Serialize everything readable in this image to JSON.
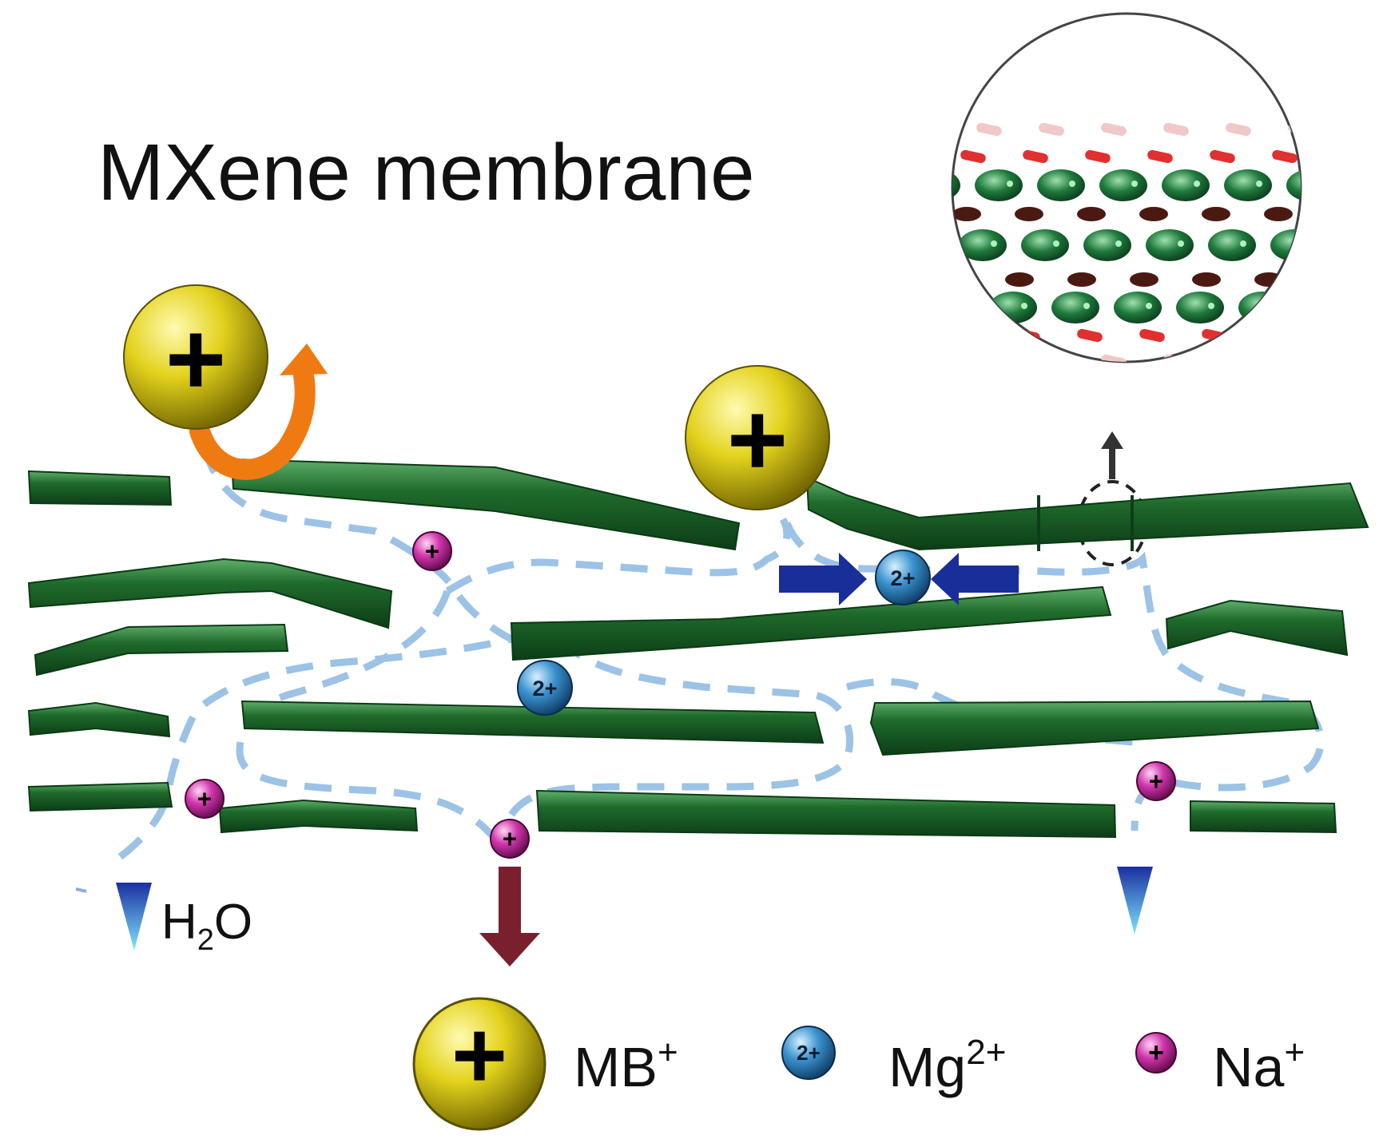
{
  "title": "MXene membrane",
  "water_label": {
    "main": "H",
    "subscript": "2",
    "tail": "O"
  },
  "ion_marks": {
    "mb_symbol": "+",
    "mg_symbol": "2+",
    "na_symbol": "+"
  },
  "legend": [
    {
      "name": "MB",
      "superscript": "+",
      "icon": "yellow-sphere-plus",
      "color": "#c9b800"
    },
    {
      "name": "Mg",
      "superscript": "2+",
      "icon": "blue-sphere-2plus",
      "color": "#2e7fb8"
    },
    {
      "name": "Na",
      "superscript": "+",
      "icon": "magenta-sphere-plus",
      "color": "#c0249a"
    }
  ],
  "colors": {
    "sheet": "#1f6b2c",
    "path": "#9cc3e6",
    "reject_arrow": "#f07a12",
    "squeeze_arrow": "#1a2e99",
    "pass_arrow": "#7a1f2e",
    "zoom_arrow": "#333333",
    "atom_green": "#1f7a3c",
    "atom_dark": "#4a1a12",
    "atom_red": "#e03030"
  }
}
